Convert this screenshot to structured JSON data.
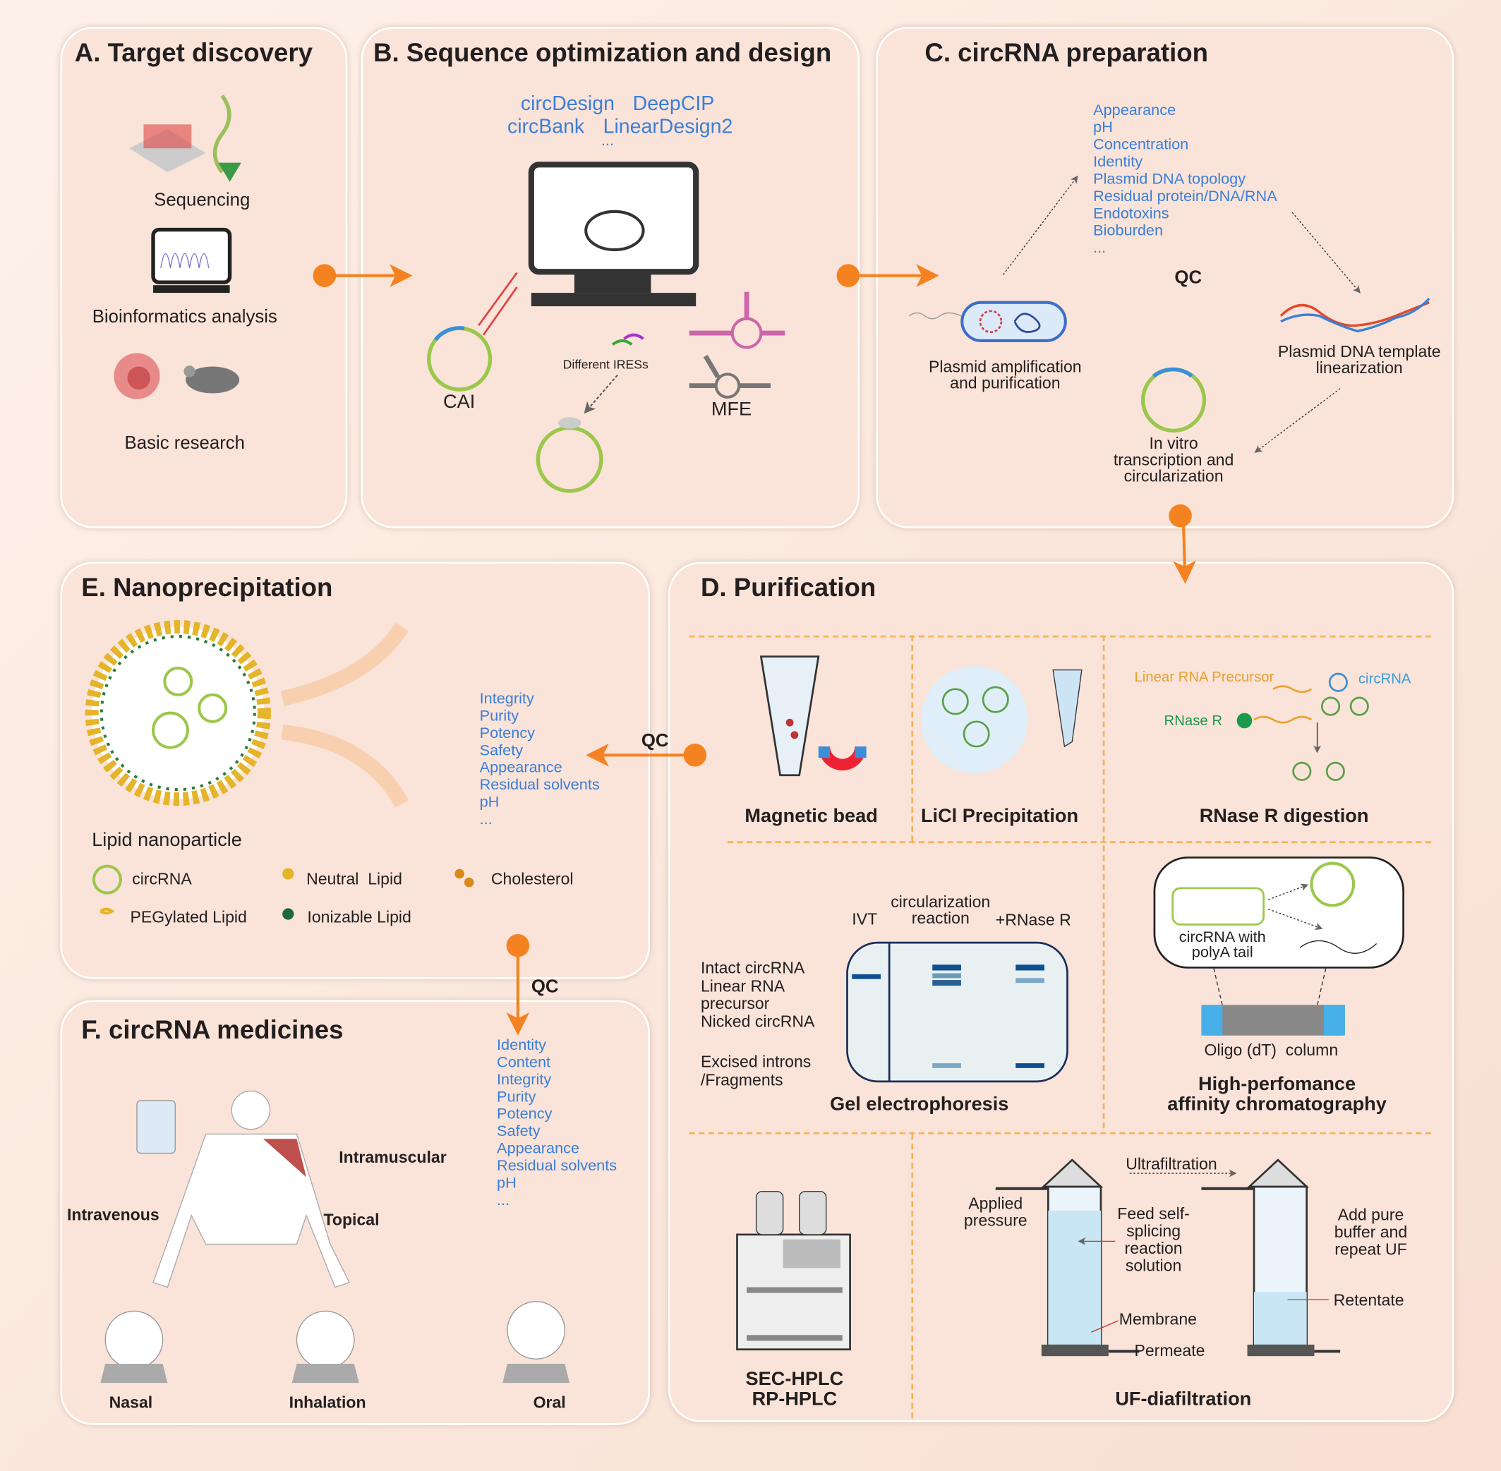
{
  "panels": {
    "a": {
      "title": "A. Target discovery",
      "items": [
        "Sequencing",
        "Bioinformatics analysis",
        "Basic research"
      ]
    },
    "b": {
      "title": "B. Sequence optimization and design",
      "tools": [
        "circDesign",
        "DeepCIP",
        "circBank",
        "LinearDesign2",
        "..."
      ],
      "labels": {
        "cai": "CAI",
        "mfe": "MFE",
        "ires": "Different IRESs"
      }
    },
    "c": {
      "title": "C. circRNA preparation",
      "qc_list": [
        "Appearance",
        "pH",
        "Concentration",
        "Identity",
        "Plasmid DNA topology",
        "Residual protein/DNA/RNA",
        "Endotoxins",
        "Bioburden",
        "..."
      ],
      "qc": "QC",
      "steps": [
        "Plasmid amplification\nand purification",
        "Plasmid DNA template\nlinearization",
        "In vitro\ntranscription and\ncircularization"
      ]
    },
    "d": {
      "title": "D. Purification",
      "magnetic": "Magnetic bead",
      "licl": "LiCl Precipitation",
      "rnase": "RNase R digestion",
      "rnase_labels": {
        "linear": "Linear RNA Precursor",
        "circ": "circRNA",
        "enzyme": "RNase R"
      },
      "gel": {
        "title": "Gel electrophoresis",
        "lanes": [
          "IVT",
          "circularization\nreaction",
          "+RNase R"
        ],
        "bands": [
          "Intact circRNA\nLinear RNA\nprecursor\nNicked circRNA",
          "Excised introns\n/Fragments"
        ]
      },
      "affinity": {
        "title": "High-perfomance\naffinity chromatography",
        "inset": "circRNA with\npolyA tail",
        "column": "Oligo (dT)  column"
      },
      "hplc": "SEC-HPLC\nRP-HPLC",
      "uf": {
        "title": "UF-diafiltration",
        "labels": [
          "Ultrafiltration",
          "Applied\npressure",
          "Feed self-\nsplicing\nreaction\nsolution",
          "Membrane",
          "Permeate",
          "Add pure\nbuffer and\nrepeat UF",
          "Retentate"
        ]
      }
    },
    "e": {
      "title": "E. Nanoprecipitation",
      "qc": "QC",
      "qc_list": [
        "Integrity",
        "Purity",
        "Potency",
        "Safety",
        "Appearance",
        "Residual solvents",
        "pH",
        "..."
      ],
      "lnp": "Lipid nanoparticle",
      "legend": [
        "circRNA",
        "Neutral  Lipid",
        "Cholesterol",
        "PEGylated Lipid",
        "Ionizable Lipid"
      ]
    },
    "f": {
      "title": "F. circRNA medicines",
      "qc": "QC",
      "qc_list": [
        "Identity",
        "Content",
        "Integrity",
        "Purity",
        "Potency",
        "Safety",
        "Appearance",
        "Residual solvents",
        "pH",
        "..."
      ],
      "routes": [
        "Intramuscular",
        "Intravenous",
        "Topical",
        "Nasal",
        "Inhalation",
        "Oral"
      ]
    }
  },
  "colors": {
    "arrow": "#f58220",
    "qc_text": "#3b7fd9",
    "panel": "#fae3d8",
    "dash": "#f2b35a"
  }
}
